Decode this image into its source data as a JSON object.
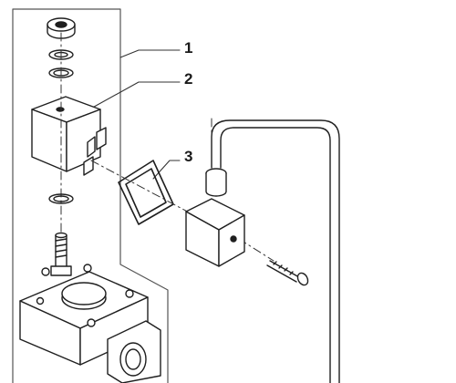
{
  "diagram": {
    "callouts": [
      {
        "number": "1",
        "part": "group-bracket"
      },
      {
        "number": "2",
        "part": "solenoid-coil"
      },
      {
        "number": "3",
        "part": "gasket"
      }
    ]
  }
}
